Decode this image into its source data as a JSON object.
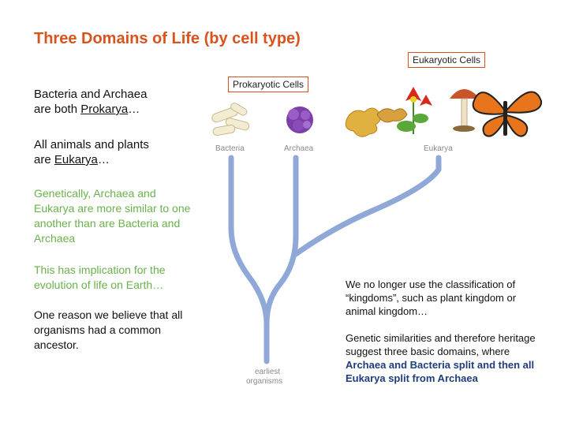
{
  "title": "Three Domains of Life (by cell type)",
  "eukaryotic_cells_label": "Eukaryotic Cells",
  "prokaryotic_cells_label": "Prokaryotic Cells",
  "left_text": {
    "p1_line1": "Bacteria and Archaea",
    "p1_line2_prefix": "are both ",
    "p1_line2_term": "Prokarya",
    "p1_line2_suffix": "…",
    "p2_line1": "All animals and plants",
    "p2_line2_prefix": "are ",
    "p2_line2_term": "Eukarya",
    "p2_line2_suffix": "…",
    "p3": "Genetically, Archaea and Eukarya are more similar to one another than are Bacteria and Archaea",
    "p4": "This has implication for the evolution of life on Earth…",
    "p5": "One reason we believe that all organisms had a common ancestor."
  },
  "diagram_labels": {
    "bacteria": "Bacteria",
    "archaea": "Archaea",
    "eukarya": "Eukarya",
    "earliest_line1": "earliest",
    "earliest_line2": "organisms"
  },
  "right_text": {
    "p1": "We no longer use the classification of “kingdoms”, such as plant kingdom or animal kingdom…",
    "p2_prefix": "Genetic similarities and therefore heritage suggest three basic domains, where ",
    "p2_bold": "Archaea and Bacteria split and then all Eukarya split from Archaea"
  },
  "colors": {
    "title": "#d9531e",
    "green_text": "#6ab04c",
    "tree_branch": "#8fa8d8",
    "bold_text": "#1f3d7a"
  }
}
